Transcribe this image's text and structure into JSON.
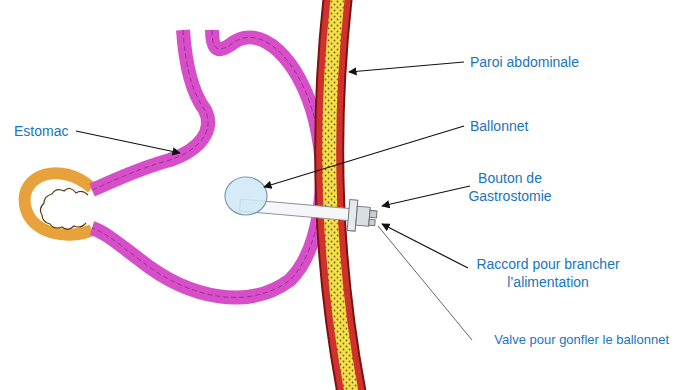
{
  "diagram": {
    "labels": [
      "Estomac",
      "Paroi abdominale",
      "Ballonnet",
      "Bouton de Gastrostomie",
      "Raccord pour brancher l’alimentation",
      "Valve pour gonfler le ballonnet"
    ]
  }
}
